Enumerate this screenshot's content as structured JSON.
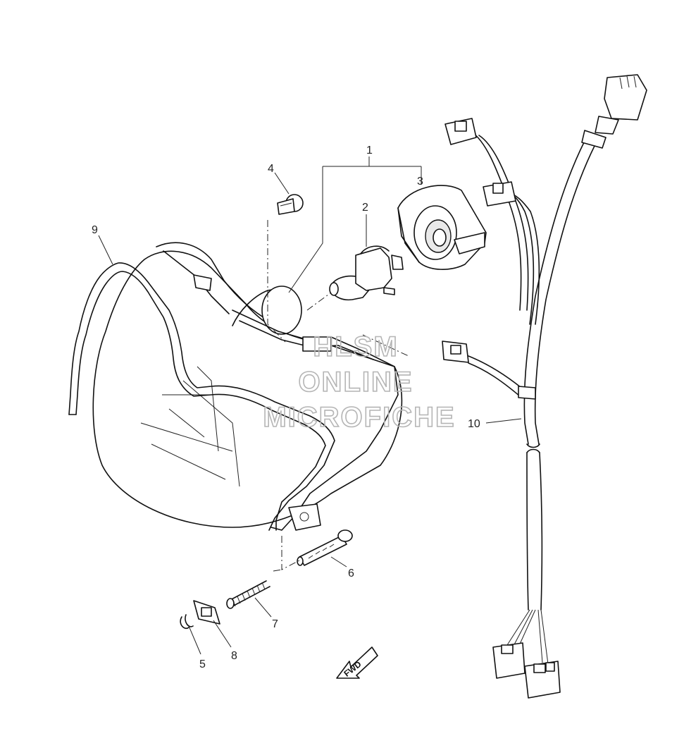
{
  "watermark": {
    "line1": "HLSM",
    "line2": "ONLINE",
    "line3": "MICROFICHE"
  },
  "callouts": [
    {
      "id": "1",
      "label": "1"
    },
    {
      "id": "2",
      "label": "2"
    },
    {
      "id": "3",
      "label": "3"
    },
    {
      "id": "4",
      "label": "4"
    },
    {
      "id": "5",
      "label": "5"
    },
    {
      "id": "6",
      "label": "6"
    },
    {
      "id": "7",
      "label": "7"
    },
    {
      "id": "8",
      "label": "8"
    },
    {
      "id": "9",
      "label": "9"
    },
    {
      "id": "10",
      "label": "10"
    }
  ],
  "direction_badge": "FWD"
}
